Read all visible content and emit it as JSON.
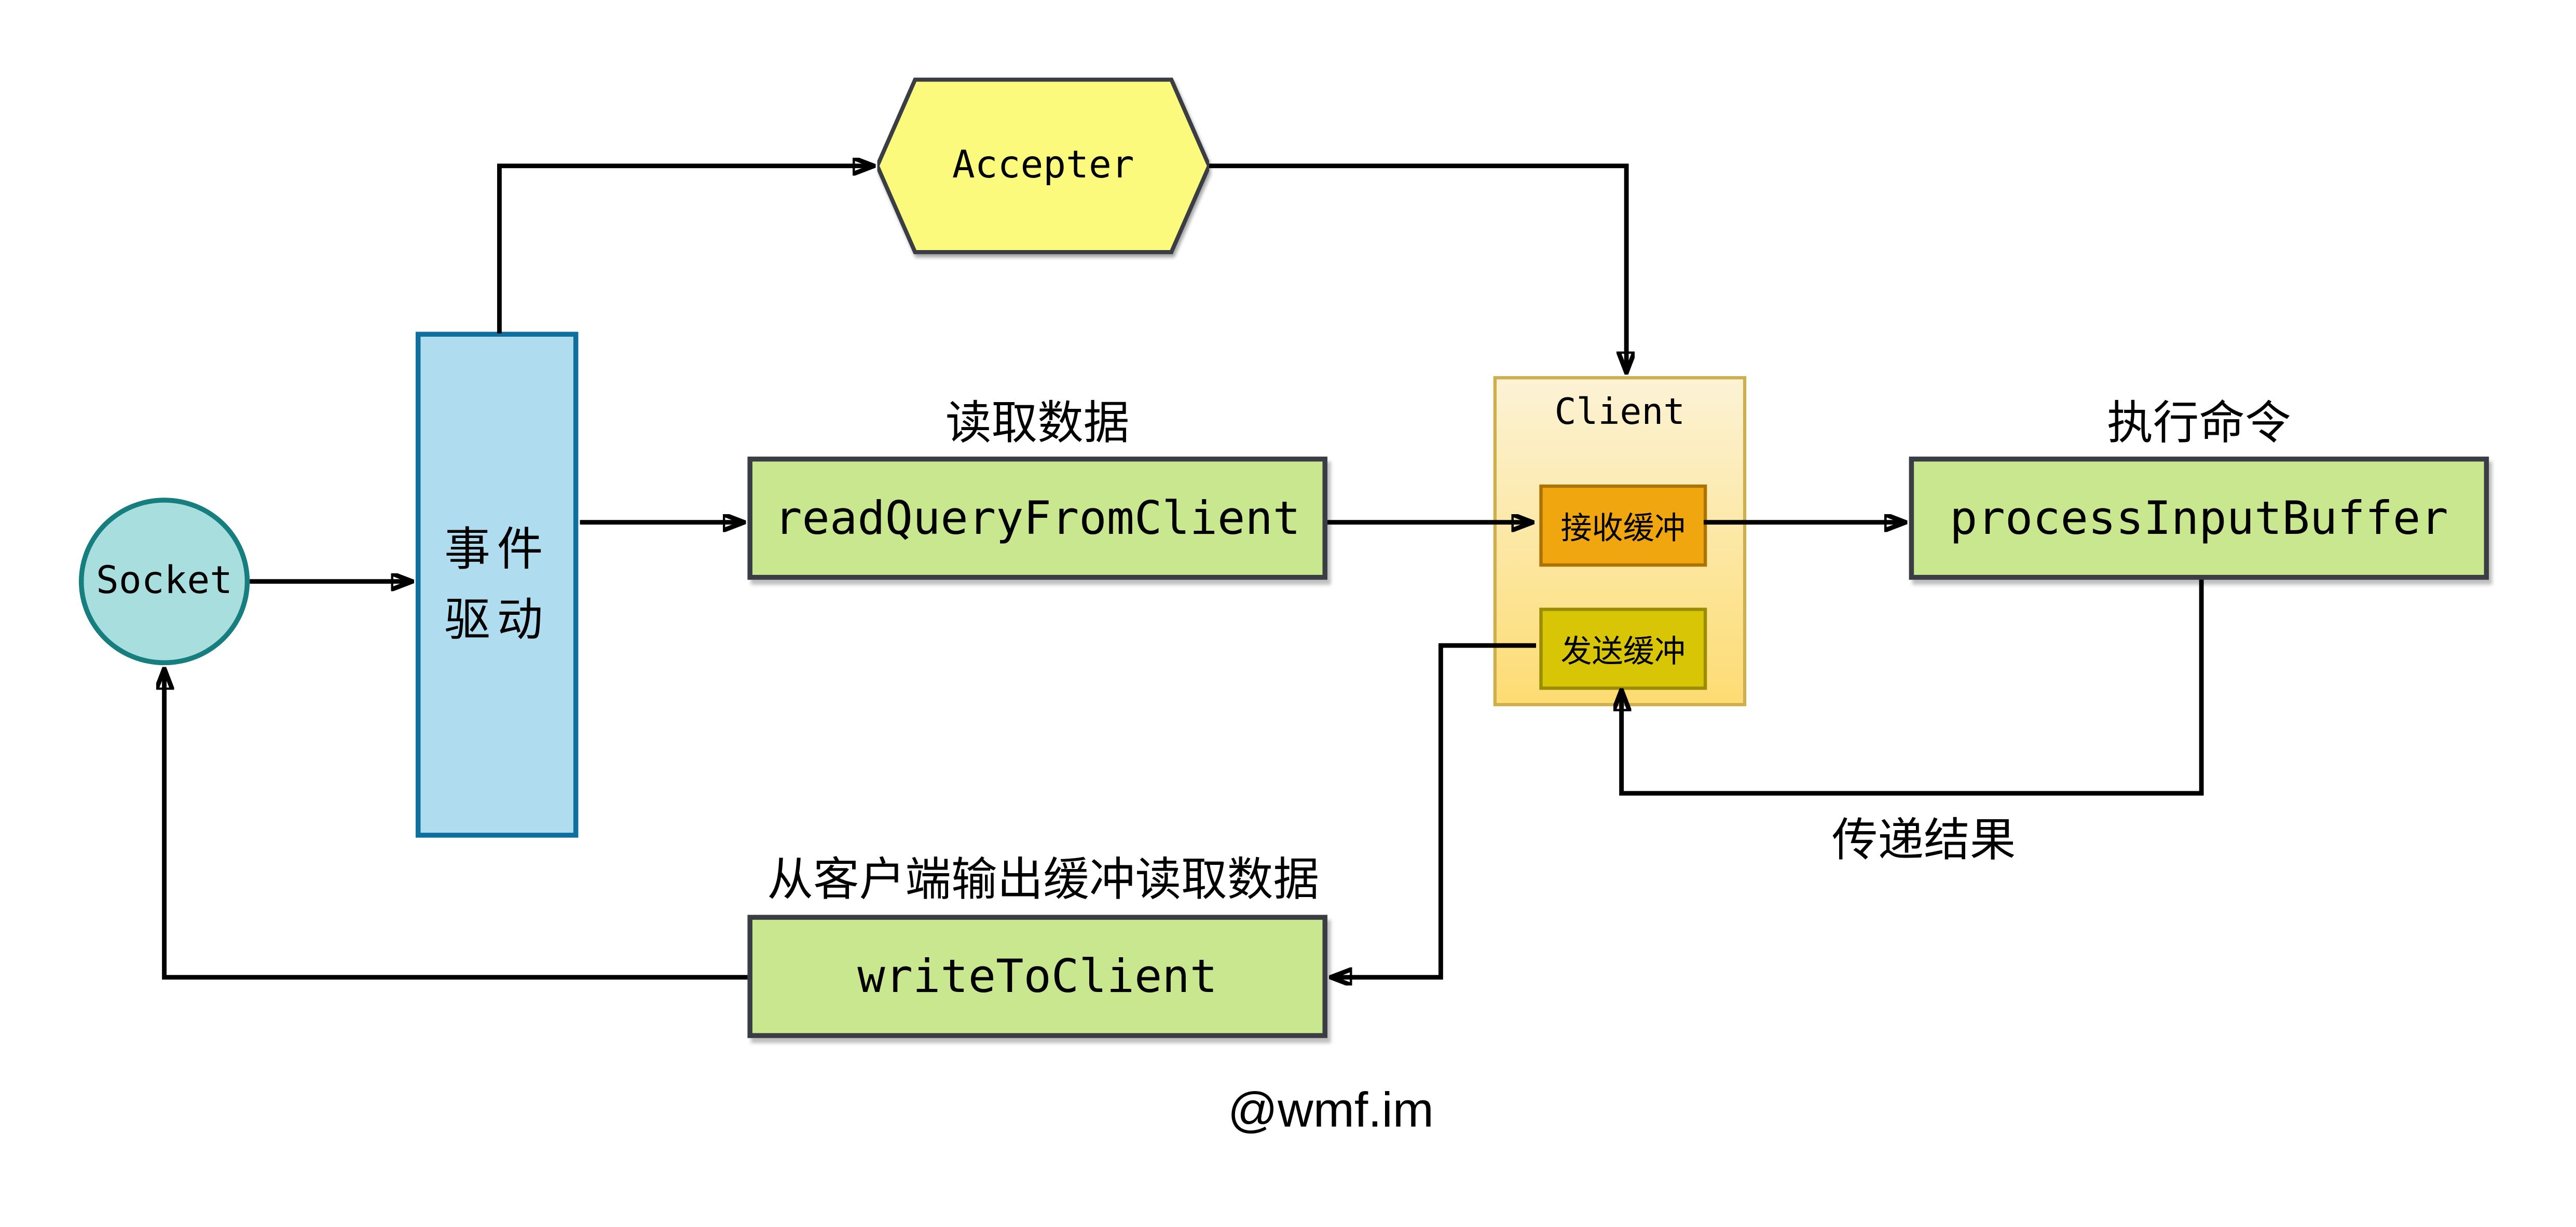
{
  "diagram": {
    "nodes": {
      "socket": {
        "label": "Socket",
        "shape": "circle"
      },
      "event_driven": {
        "label": "事件驱动",
        "lines": [
          "事件",
          "驱动"
        ],
        "shape": "rectangle"
      },
      "accepter": {
        "label": "Accepter",
        "shape": "hexagon"
      },
      "read_query_from_client": {
        "label": "readQueryFromClient",
        "shape": "rectangle"
      },
      "process_input_buffer": {
        "label": "processInputBuffer",
        "shape": "rectangle"
      },
      "write_to_client": {
        "label": "writeToClient",
        "shape": "rectangle"
      },
      "client": {
        "title": "Client",
        "receive_buffer": "接收缓冲",
        "send_buffer": "发送缓冲"
      }
    },
    "annotations": {
      "read_data": "读取数据",
      "execute_command": "执行命令",
      "pass_result": "传递结果",
      "write_description": "从客户端输出缓冲读取数据",
      "watermark": "@wmf.im"
    },
    "edges": [
      {
        "from": "socket",
        "to": "event_driven"
      },
      {
        "from": "event_driven",
        "to": "accepter"
      },
      {
        "from": "accepter",
        "to": "client"
      },
      {
        "from": "event_driven",
        "to": "read_query_from_client",
        "label": "读取数据"
      },
      {
        "from": "read_query_from_client",
        "to": "client.receive_buffer"
      },
      {
        "from": "client.receive_buffer",
        "to": "process_input_buffer",
        "label": "执行命令"
      },
      {
        "from": "process_input_buffer",
        "to": "client.send_buffer",
        "label": "传递结果"
      },
      {
        "from": "client.send_buffer",
        "to": "write_to_client",
        "label": "从客户端输出缓冲读取数据"
      },
      {
        "from": "write_to_client",
        "to": "socket"
      }
    ],
    "colors": {
      "socket_fill": "#a8dede",
      "socket_border": "#167e7e",
      "event_fill": "#afdcef",
      "event_border": "#0f6f9f",
      "accepter_fill": "#fbfa7d",
      "accepter_border": "#3a3e44",
      "green_fill": "#c8e78f",
      "green_border": "#3a3e44",
      "client_top": "#fcf3d5",
      "client_bottom": "#fddc73",
      "client_border": "#cfae4e",
      "recv_fill": "#f0a70f",
      "recv_border": "#ab7306",
      "send_fill": "#d8c506",
      "send_border": "#9a8d04",
      "line_color": "#000000"
    }
  }
}
